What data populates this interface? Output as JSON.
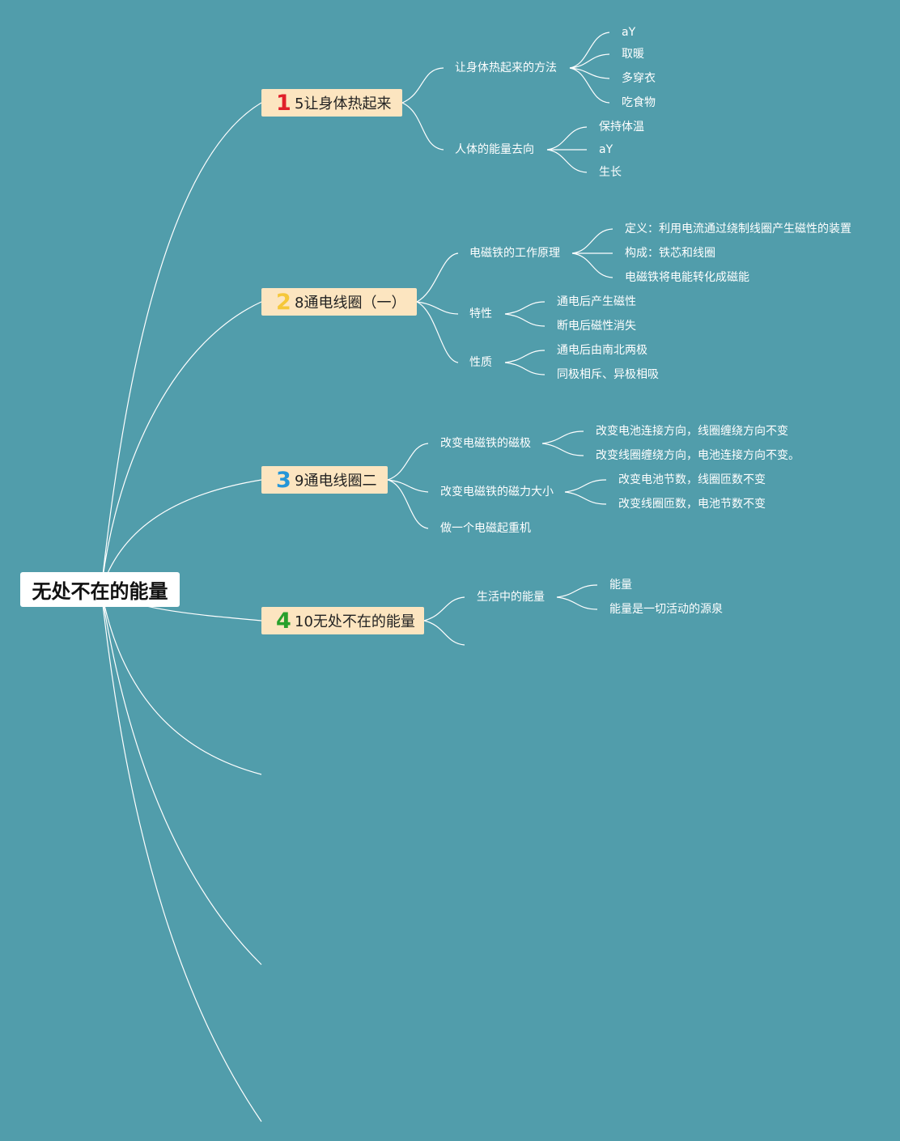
{
  "root": {
    "title": "无处不在的能量"
  },
  "branches": [
    {
      "number": "1",
      "number_color": "#e0202b",
      "title": "5让身体热起来",
      "children": [
        {
          "label": "让身体热起来的方法",
          "items": [
            "aY",
            "取暖",
            "多穿衣",
            "吃食物"
          ]
        },
        {
          "label": "人体的能量去向",
          "items": [
            "保持体温",
            "aY",
            "生长"
          ]
        }
      ]
    },
    {
      "number": "2",
      "number_color": "#f5c73a",
      "title": "8通电线圈（一）",
      "children": [
        {
          "label": "电磁铁的工作原理",
          "items": [
            "定义：利用电流通过绕制线圈产生磁性的装置",
            "构成：铁芯和线圈",
            "电磁铁将电能转化成磁能"
          ]
        },
        {
          "label": "特性",
          "items": [
            "通电后产生磁性",
            "断电后磁性消失"
          ]
        },
        {
          "label": "性质",
          "items": [
            "通电后由南北两极",
            "同极相斥、异极相吸"
          ]
        }
      ]
    },
    {
      "number": "3",
      "number_color": "#2596d8",
      "title": "9通电线圈二",
      "children": [
        {
          "label": "改变电磁铁的磁极",
          "items": [
            "改变电池连接方向，线圈缠绕方向不变",
            "改变线圈缠绕方向，电池连接方向不变。"
          ]
        },
        {
          "label": "改变电磁铁的磁力大小",
          "items": [
            "改变电池节数，线圈匝数不变",
            "改变线圈匝数，电池节数不变"
          ]
        },
        {
          "label": "做一个电磁起重机",
          "items": []
        }
      ]
    },
    {
      "number": "4",
      "number_color": "#28a02c",
      "title": "10无处不在的能量",
      "children": [
        {
          "label": "生活中的能量",
          "items": [
            "能量",
            "能量是一切活动的源泉"
          ]
        }
      ]
    }
  ]
}
